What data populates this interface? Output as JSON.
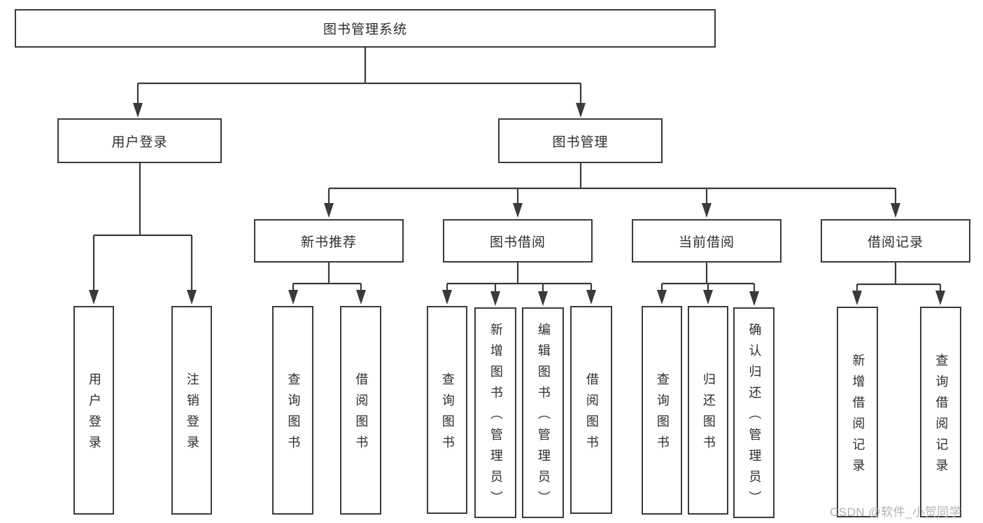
{
  "diagram": {
    "root": {
      "label": "图书管理系统"
    },
    "level2": [
      {
        "label": "用户登录"
      },
      {
        "label": "图书管理"
      }
    ],
    "level3": [
      {
        "label": "新书推荐"
      },
      {
        "label": "图书借阅"
      },
      {
        "label": "当前借阅"
      },
      {
        "label": "借阅记录"
      }
    ],
    "leaves": {
      "login": [
        "用户登录",
        "注销登录"
      ],
      "recommend": [
        "查询图书",
        "借阅图书"
      ],
      "borrow": [
        "查询图书",
        "新增图书（管理员）",
        "编辑图书（管理员）",
        "借阅图书"
      ],
      "current": [
        "查询图书",
        "归还图书",
        "确认归还（管理员）"
      ],
      "records": [
        "新增借阅记录",
        "查询借阅记录"
      ]
    }
  },
  "watermark": {
    "text": "CSDN @软件_小贺同学"
  },
  "colors": {
    "line": "#3a3a3a",
    "box_border": "#3a3a3a",
    "text": "#2d2d2d",
    "watermark": "#aeb4bc",
    "background": "#ffffff"
  }
}
